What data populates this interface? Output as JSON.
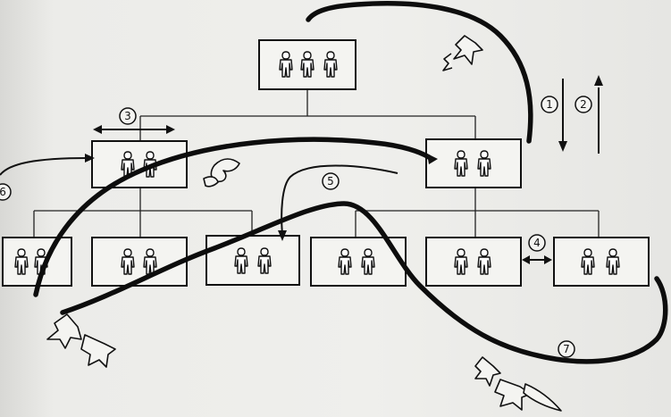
{
  "markers": [
    {
      "id": "m1",
      "label": "1"
    },
    {
      "id": "m2",
      "label": "2"
    },
    {
      "id": "m3",
      "label": "3"
    },
    {
      "id": "m4",
      "label": "4"
    },
    {
      "id": "m5",
      "label": "5"
    },
    {
      "id": "m6",
      "label": "6"
    },
    {
      "id": "m7",
      "label": "7"
    }
  ],
  "boxes": [
    {
      "id": "top",
      "figures": 3
    },
    {
      "id": "mid-left",
      "figures": 2
    },
    {
      "id": "mid-right",
      "figures": 2
    },
    {
      "id": "bottom-1",
      "figures": 2
    },
    {
      "id": "bottom-2",
      "figures": 2
    },
    {
      "id": "bottom-3",
      "figures": 2
    },
    {
      "id": "bottom-4",
      "figures": 2
    },
    {
      "id": "bottom-5",
      "figures": 2
    },
    {
      "id": "bottom-6",
      "figures": 2
    }
  ],
  "colors": {
    "ink": "#111111",
    "paper": "#f4f4f1",
    "background": "#ececea"
  }
}
